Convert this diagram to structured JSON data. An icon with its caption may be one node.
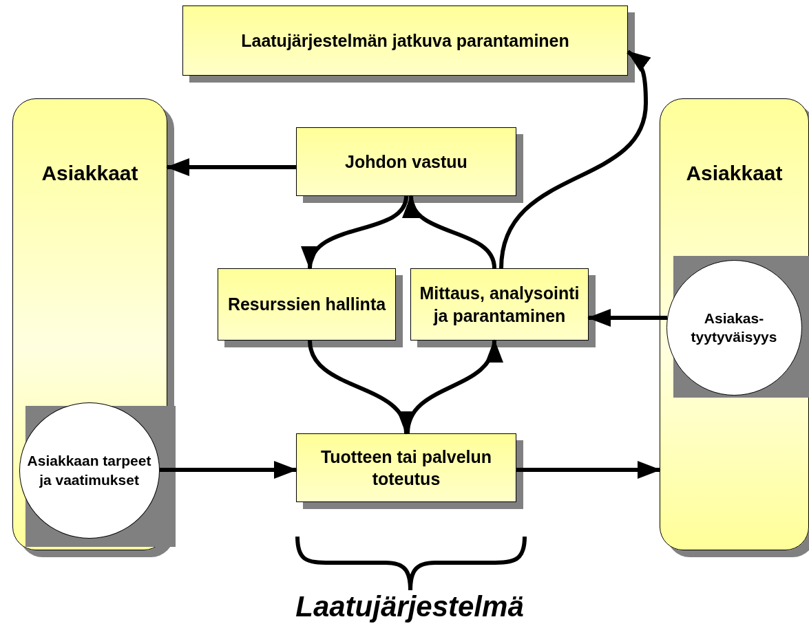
{
  "diagram": {
    "nodes": [
      {
        "text": [
          "Laatujärjestelmän jatkuva parantaminen"
        ]
      },
      {
        "text": [
          "Asiakkaat"
        ]
      },
      {
        "text": [
          "Johdon vastuu"
        ]
      },
      {
        "text": [
          "Resurssien hallinta"
        ]
      },
      {
        "text": [
          "Mittaus, analysointi ja parantaminen"
        ]
      },
      {
        "text": [
          "Tuotteen tai palvelun toteutus"
        ]
      },
      {
        "text": [
          "Asiakkaat"
        ]
      },
      {
        "text": [
          "Asiakkaan tarpeet ja vaatimukset"
        ],
        "in": 1
      },
      {
        "text": [
          "Asiakas- tyytyväisyys"
        ],
        "in": 6
      }
    ],
    "edges": [
      {
        "from": 2,
        "to": 1,
        "arrow": "to"
      },
      {
        "from": 2,
        "to": 3,
        "arrow": "to"
      },
      {
        "from": 4,
        "to": 2,
        "arrow": "to"
      },
      {
        "from": 4,
        "to": 0,
        "arrow": "to"
      },
      {
        "from": 3,
        "to": 5,
        "arrow": "to"
      },
      {
        "from": 5,
        "to": 4,
        "arrow": "to"
      },
      {
        "from": 7,
        "to": 5,
        "arrow": "to"
      },
      {
        "from": 5,
        "to": 6,
        "arrow": "to"
      },
      {
        "from": 8,
        "to": 4,
        "arrow": "to"
      }
    ],
    "labels": [
      "Laatujärjestelmä"
    ]
  }
}
